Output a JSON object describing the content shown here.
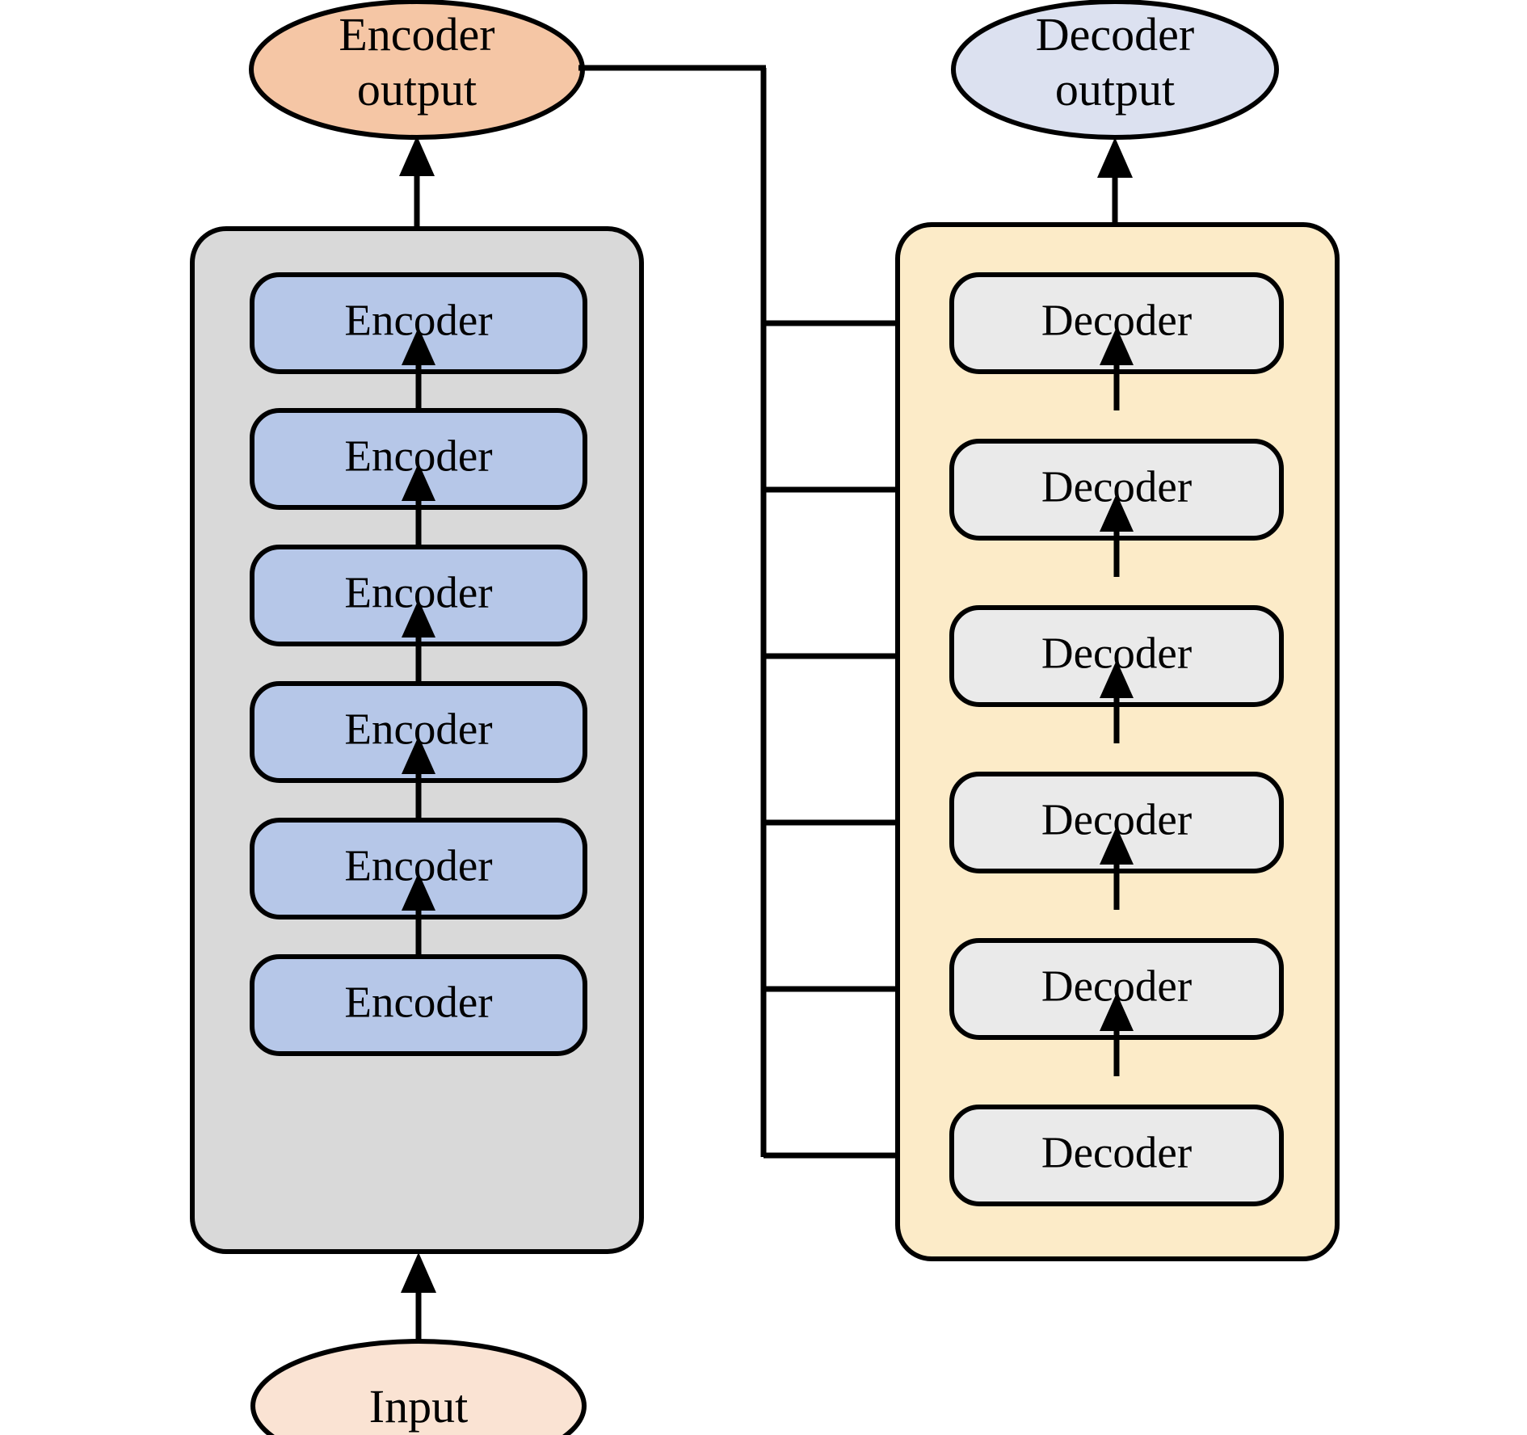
{
  "diagram": {
    "title": "Transformer encoder-decoder stack diagram",
    "colors": {
      "encoder_stack_bg": "#D9D9D9",
      "encoder_block_bg": "#B6C7E8",
      "decoder_stack_bg": "#FCEBC8",
      "decoder_block_bg": "#EAEAEA",
      "encoder_output_ellipse_bg": "#F5C6A5",
      "input_ellipse_bg": "#FAE3D3",
      "decoder_output_ellipse_bg": "#DCE1F0",
      "stroke": "#000000"
    },
    "nodes": {
      "input": {
        "label": "Input",
        "shape": "ellipse"
      },
      "encoder_output": {
        "label_line1": "Encoder",
        "label_line2": "output",
        "shape": "ellipse"
      },
      "decoder_output": {
        "label_line1": "Decoder",
        "label_line2": "output",
        "shape": "ellipse"
      }
    },
    "encoder_stack": {
      "name": "encoder-stack",
      "count": 6,
      "blocks": [
        {
          "label": "Encoder"
        },
        {
          "label": "Encoder"
        },
        {
          "label": "Encoder"
        },
        {
          "label": "Encoder"
        },
        {
          "label": "Encoder"
        },
        {
          "label": "Encoder"
        }
      ]
    },
    "decoder_stack": {
      "name": "decoder-stack",
      "count": 6,
      "blocks": [
        {
          "label": "Decoder"
        },
        {
          "label": "Decoder"
        },
        {
          "label": "Decoder"
        },
        {
          "label": "Decoder"
        },
        {
          "label": "Decoder"
        },
        {
          "label": "Decoder"
        }
      ]
    },
    "edges": {
      "input_to_encoder_stack": "Input feeds the bottom encoder",
      "encoder_chain": "Each encoder feeds the one above it",
      "encoder_stack_to_encoder_output": "Top encoder produces the encoder output",
      "encoder_output_to_decoders": "Encoder output is broadcast to all six decoders",
      "decoder_chain": "Each decoder feeds the one above it",
      "decoder_stack_to_decoder_output": "Top decoder produces the decoder output"
    }
  }
}
